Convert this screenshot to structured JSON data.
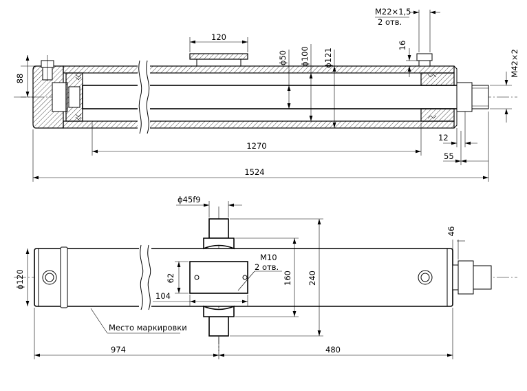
{
  "top_view": {
    "dims": {
      "d120": "120",
      "d88": "88",
      "phi50": "ϕ50",
      "phi100": "ϕ100",
      "phi121": "ϕ121",
      "d16": "16",
      "thread_port": "M22×1,5",
      "thread_port_qty": "2 отв.",
      "thread_rod": "M42×2",
      "d1270": "1270",
      "d12": "12",
      "d55": "55",
      "d1524": "1524"
    }
  },
  "bottom_view": {
    "dims": {
      "phi45f9": "ϕ45f9",
      "d46": "46",
      "thread_mount": "M10",
      "thread_mount_qty": "2 отв.",
      "phi120": "ϕ120",
      "d62": "62",
      "d104": "104",
      "d160": "160",
      "d240": "240",
      "d974": "974",
      "d480": "480"
    },
    "marking_label": "Место маркировки"
  }
}
